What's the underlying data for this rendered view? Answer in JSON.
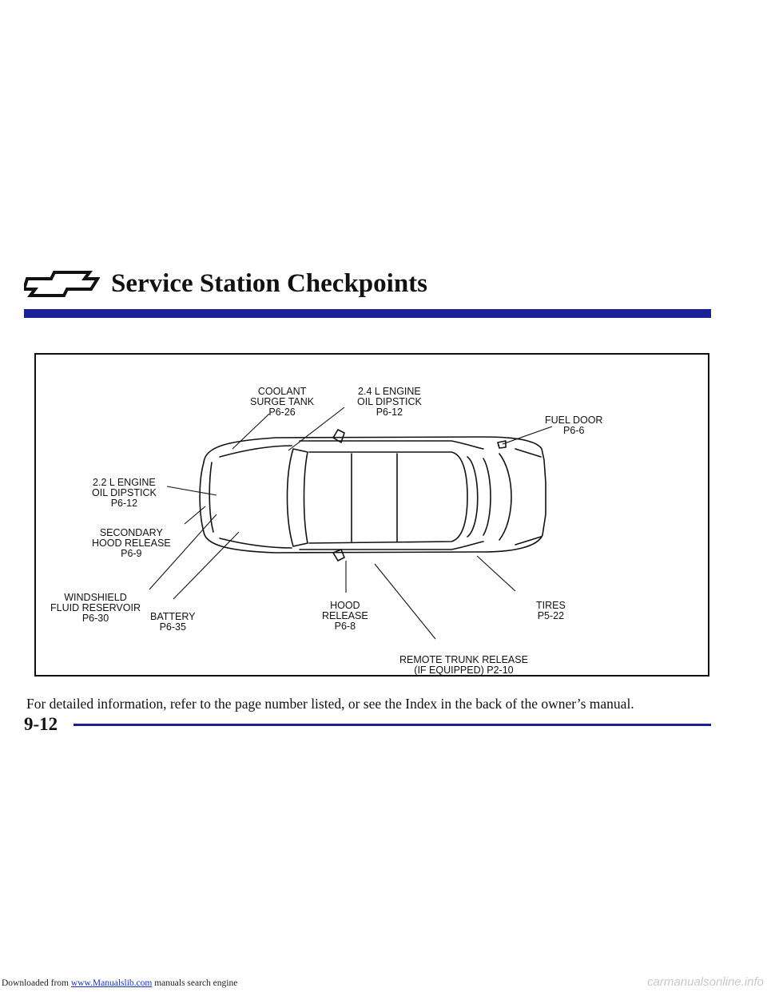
{
  "header": {
    "title": "Service Station Checkpoints",
    "logo_icon": "chevrolet-bowtie-icon",
    "rule_color": "#1a1f9a"
  },
  "diagram": {
    "callouts": {
      "coolant": [
        "COOLANT",
        "SURGE TANK",
        "P6-26"
      ],
      "oil_24": [
        "2.4 L ENGINE",
        "OIL DIPSTICK",
        "P6-12"
      ],
      "fuel_door": [
        "FUEL DOOR",
        "P6-6"
      ],
      "oil_22": [
        "2.2 L ENGINE",
        "OIL DIPSTICK",
        "P6-12"
      ],
      "secondary_hood": [
        "SECONDARY",
        "HOOD RELEASE",
        "P6-9"
      ],
      "windshield": [
        "WINDSHIELD",
        "FLUID RESERVOIR",
        "P6-30"
      ],
      "battery": [
        "BATTERY",
        "P6-35"
      ],
      "hood_release": [
        "HOOD",
        "RELEASE",
        "P6-8"
      ],
      "tires": [
        "TIRES",
        "P5-22"
      ],
      "trunk": [
        "REMOTE TRUNK RELEASE",
        "(IF EQUIPPED) P2-10"
      ]
    }
  },
  "footnote": "For detailed information, refer to the page number listed, or see the Index in the back of the owner’s manual.",
  "page_number": "9-12",
  "footer_banner": {
    "prefix": "Downloaded from",
    "link": "www.Manualslib.com",
    "suffix": "manuals search engine"
  },
  "watermark": "carmanualsonline.info"
}
